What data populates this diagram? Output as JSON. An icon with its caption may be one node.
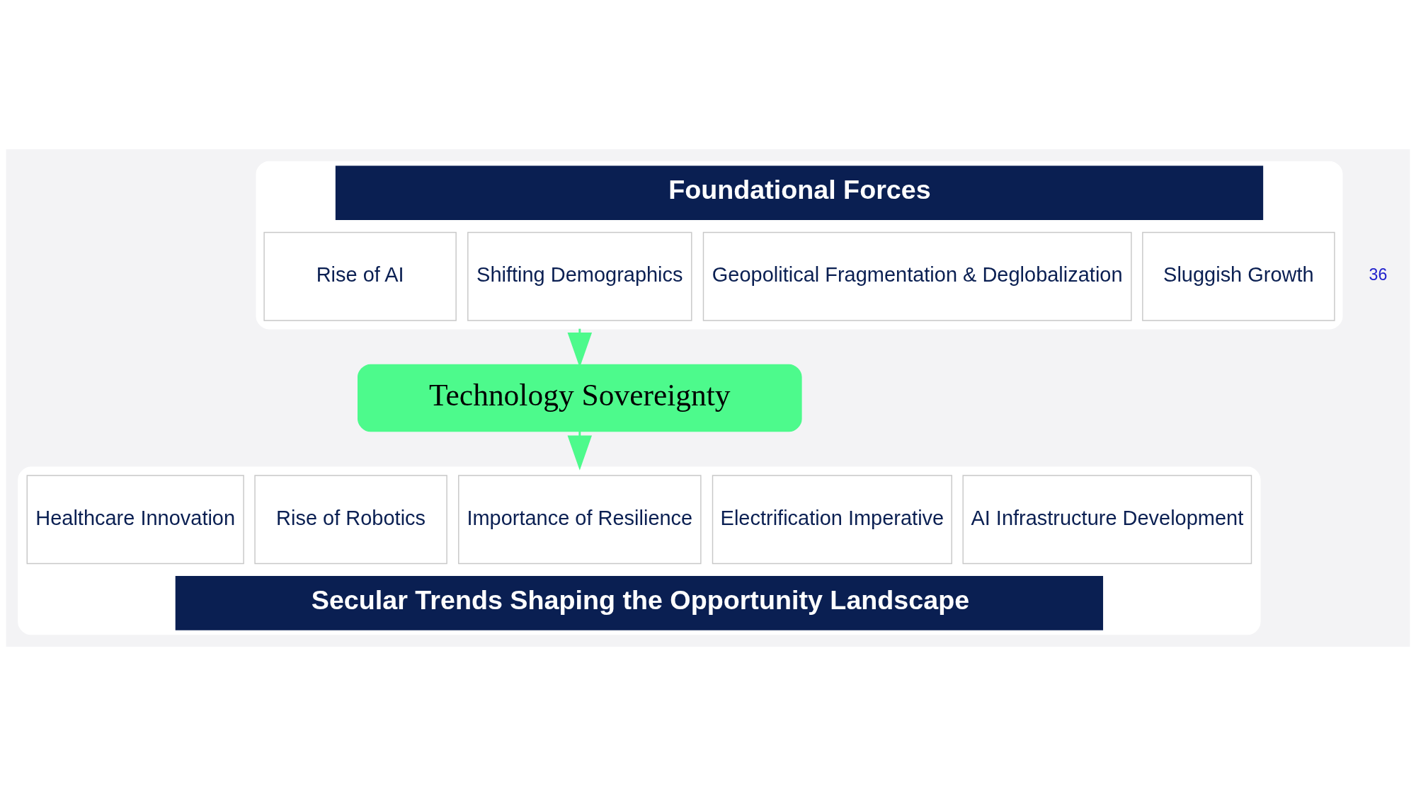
{
  "diagram": {
    "nodes": [
      {
        "text": [
          "Foundational Forces"
        ]
      },
      {
        "text": [
          "Sluggish Growth"
        ],
        "in": 0
      },
      {
        "text": [
          "Geopolitical Fragmentation & Deglobalization"
        ],
        "in": 0
      },
      {
        "text": [
          "Shifting Demographics"
        ],
        "in": 0
      },
      {
        "text": [
          "Rise of AI"
        ],
        "in": 0
      },
      {
        "text": [
          "Technology Sovereignty"
        ]
      },
      {
        "text": [
          "Secular Trends Shaping the Opportunity Landscape"
        ]
      },
      {
        "text": [
          "AI Infrastructure Development"
        ],
        "in": 6
      },
      {
        "text": [
          "Electrification Imperative"
        ],
        "in": 6
      },
      {
        "text": [
          "Importance of Resilience"
        ],
        "in": 6
      },
      {
        "text": [
          "Rise of Robotics"
        ],
        "in": 6
      },
      {
        "text": [
          "Healthcare Innovation"
        ],
        "in": 6
      }
    ],
    "edges": [
      {
        "from": 0,
        "to": 5,
        "arrow": "to"
      },
      {
        "from": 5,
        "to": 6,
        "arrow": "to"
      }
    ],
    "labels": [
      "36"
    ]
  }
}
